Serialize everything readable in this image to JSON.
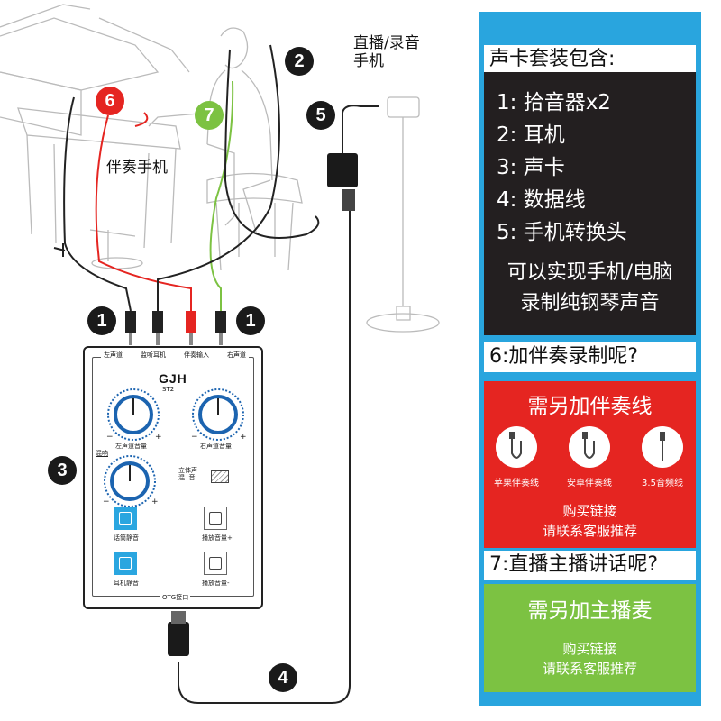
{
  "scene": {
    "stream_label_line1": "直播/录音",
    "stream_label_line2": "手机",
    "accompaniment_phone": "伴奏手机",
    "markers": [
      "1",
      "2",
      "3",
      "4",
      "5",
      "6",
      "7"
    ]
  },
  "device": {
    "ports": [
      "左声道",
      "监听耳机",
      "伴奏输入",
      "右声道"
    ],
    "brand": "GJH",
    "model": "ST2",
    "left_volume": "左声道音量",
    "right_volume": "右声道音量",
    "reverb": "混响",
    "stereo_mix_1": "立体声",
    "stereo_mix_2": "混",
    "stereo_mix_3": "音",
    "mic_mute": "话筒静音",
    "play_vol_up": "播放音量+",
    "earphone_mute": "耳机静音",
    "play_vol_down": "播放音量-",
    "otg": "OTG接口",
    "minus": "−",
    "plus": "+"
  },
  "panel": {
    "kit_title": "声卡套装包含:",
    "kit_items": [
      "1:  拾音器x2",
      "2:  耳机",
      "3:  声卡",
      "4:  数据线",
      "5:  手机转换头"
    ],
    "kit_note_1": "可以实现手机/电脑",
    "kit_note_2": "录制纯钢琴声音",
    "acc_title": "6:加伴奏录制呢?",
    "acc_head": "需另加伴奏线",
    "cables": [
      "苹果伴奏线",
      "安卓伴奏线",
      "3.5音频线"
    ],
    "acc_foot_1": "购买链接",
    "acc_foot_2": "请联系客服推荐",
    "live_title": "7:直播主播讲话呢?",
    "live_head": "需另加主播麦",
    "live_foot_1": "购买链接",
    "live_foot_2": "请联系客服推荐"
  },
  "colors": {
    "panel_blue": "#29a5de",
    "dark": "#231f20",
    "red": "#e52521",
    "green": "#7cc242"
  }
}
